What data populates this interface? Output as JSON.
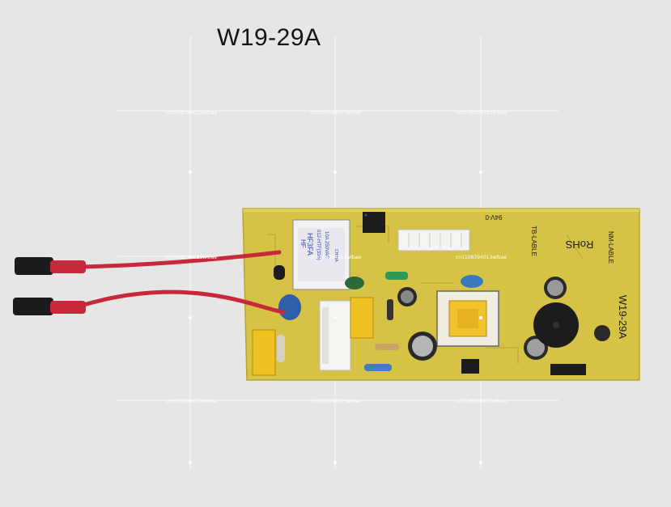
{
  "image": {
    "title": "W19-29A",
    "board": {
      "relay_brand": "HF",
      "relay_model": "HF3FA",
      "relay_code": "012-HTF(335)",
      "relay_rating": "10A 250VAC",
      "relay_extra": "CHINA",
      "rohs": "RoHS",
      "silk_model": "W19-29A",
      "silk_label_1": "TB-LABLE",
      "silk_label_2": "NM-LABLE",
      "silk_code": "94V-0"
    },
    "watermark": "cn1108394013wlbae",
    "colors": {
      "background": "#e6e6e4",
      "pcb": "#d6c245",
      "wire": "#c8283c"
    }
  }
}
